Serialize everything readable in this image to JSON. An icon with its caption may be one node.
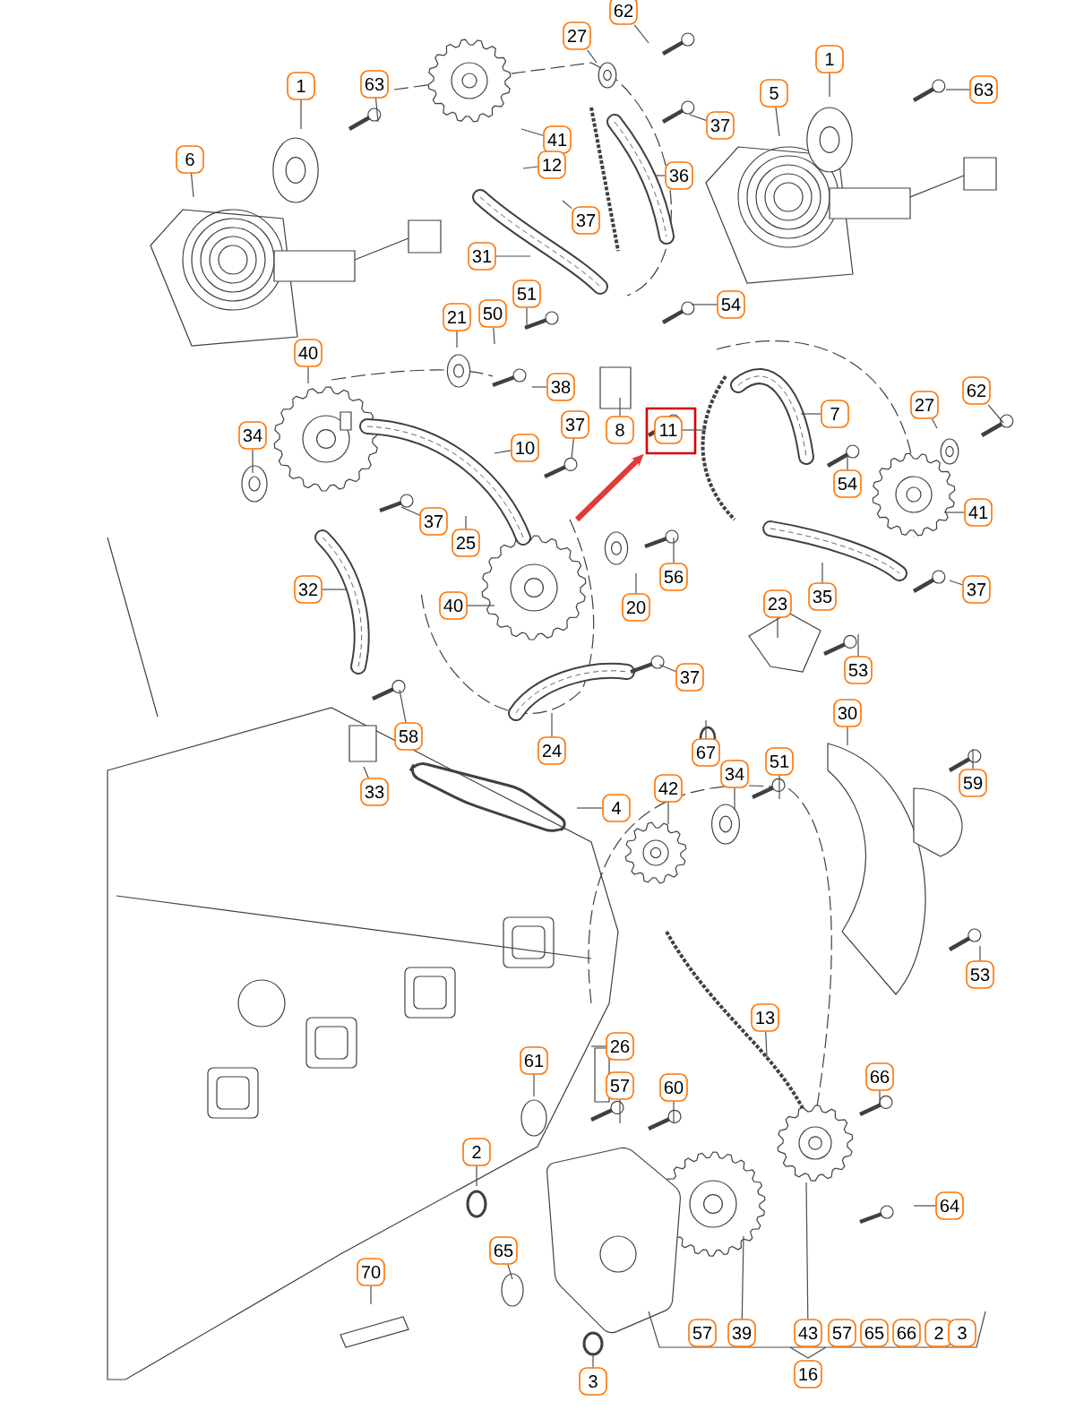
{
  "diagram": {
    "nodes": [
      {
        "text": [
          "1"
        ]
      },
      {
        "text": [
          "63"
        ]
      },
      {
        "text": [
          "6"
        ]
      },
      {
        "text": [
          "27"
        ]
      },
      {
        "text": [
          "62"
        ]
      },
      {
        "text": [
          "41"
        ]
      },
      {
        "text": [
          "12"
        ]
      },
      {
        "text": [
          "37"
        ]
      },
      {
        "text": [
          "37"
        ]
      },
      {
        "text": [
          "36"
        ]
      },
      {
        "text": [
          "31"
        ]
      },
      {
        "text": [
          "5"
        ]
      },
      {
        "text": [
          "1"
        ]
      },
      {
        "text": [
          "63"
        ]
      },
      {
        "text": [
          "21"
        ]
      },
      {
        "text": [
          "50"
        ]
      },
      {
        "text": [
          "51"
        ]
      },
      {
        "text": [
          "54"
        ]
      },
      {
        "text": [
          "38"
        ]
      },
      {
        "text": [
          "40"
        ]
      },
      {
        "text": [
          "10"
        ]
      },
      {
        "text": [
          "37"
        ]
      },
      {
        "text": [
          "8"
        ]
      },
      {
        "text": [
          "11"
        ]
      },
      {
        "text": [
          "7"
        ]
      },
      {
        "text": [
          "62"
        ]
      },
      {
        "text": [
          "27"
        ]
      },
      {
        "text": [
          "34"
        ]
      },
      {
        "text": [
          "37"
        ]
      },
      {
        "text": [
          "25"
        ]
      },
      {
        "text": [
          "54"
        ]
      },
      {
        "text": [
          "41"
        ]
      },
      {
        "text": [
          "56"
        ]
      },
      {
        "text": [
          "20"
        ]
      },
      {
        "text": [
          "35"
        ]
      },
      {
        "text": [
          "37"
        ]
      },
      {
        "text": [
          "32"
        ]
      },
      {
        "text": [
          "40"
        ]
      },
      {
        "text": [
          "23"
        ]
      },
      {
        "text": [
          "53"
        ]
      },
      {
        "text": [
          "37"
        ]
      },
      {
        "text": [
          "30"
        ]
      },
      {
        "text": [
          "24"
        ]
      },
      {
        "text": [
          "67"
        ]
      },
      {
        "text": [
          "58"
        ]
      },
      {
        "text": [
          "33"
        ]
      },
      {
        "text": [
          "34"
        ]
      },
      {
        "text": [
          "51"
        ]
      },
      {
        "text": [
          "59"
        ]
      },
      {
        "text": [
          "4"
        ]
      },
      {
        "text": [
          "42"
        ]
      },
      {
        "text": [
          "53"
        ]
      },
      {
        "text": [
          "26"
        ]
      },
      {
        "text": [
          "13"
        ]
      },
      {
        "text": [
          "61"
        ]
      },
      {
        "text": [
          "57"
        ]
      },
      {
        "text": [
          "60"
        ]
      },
      {
        "text": [
          "66"
        ]
      },
      {
        "text": [
          "2"
        ]
      },
      {
        "text": [
          "64"
        ]
      },
      {
        "text": [
          "65"
        ]
      },
      {
        "text": [
          "70"
        ]
      },
      {
        "text": [
          "57"
        ]
      },
      {
        "text": [
          "39"
        ]
      },
      {
        "text": [
          "43"
        ]
      },
      {
        "text": [
          "57"
        ]
      },
      {
        "text": [
          "65"
        ]
      },
      {
        "text": [
          "66"
        ]
      },
      {
        "text": [
          "2"
        ]
      },
      {
        "text": [
          "3"
        ]
      },
      {
        "text": [
          "16"
        ]
      },
      {
        "text": [
          "3"
        ]
      }
    ],
    "edges": [
      {
        "from": 0,
        "to": null,
        "arrow": "none"
      },
      {
        "from": 1,
        "to": null,
        "arrow": "none"
      },
      {
        "from": 2,
        "to": null,
        "arrow": "none"
      },
      {
        "from": 3,
        "to": null,
        "arrow": "none"
      },
      {
        "from": 4,
        "to": null,
        "arrow": "none"
      },
      {
        "from": 5,
        "to": null,
        "arrow": "none"
      },
      {
        "from": 6,
        "to": null,
        "arrow": "none"
      },
      {
        "from": 7,
        "to": null,
        "arrow": "none"
      },
      {
        "from": 8,
        "to": null,
        "arrow": "none"
      },
      {
        "from": 9,
        "to": null,
        "arrow": "none"
      },
      {
        "from": 10,
        "to": null,
        "arrow": "none"
      },
      {
        "from": 11,
        "to": null,
        "arrow": "none"
      },
      {
        "from": 12,
        "to": null,
        "arrow": "none"
      },
      {
        "from": 13,
        "to": null,
        "arrow": "none"
      },
      {
        "from": 14,
        "to": null,
        "arrow": "none"
      },
      {
        "from": 15,
        "to": null,
        "arrow": "none"
      },
      {
        "from": 16,
        "to": null,
        "arrow": "none"
      },
      {
        "from": 17,
        "to": null,
        "arrow": "none"
      },
      {
        "from": 18,
        "to": null,
        "arrow": "none"
      },
      {
        "from": 19,
        "to": null,
        "arrow": "none"
      },
      {
        "from": 20,
        "to": null,
        "arrow": "none"
      },
      {
        "from": 21,
        "to": null,
        "arrow": "none"
      },
      {
        "from": 22,
        "to": null,
        "arrow": "none"
      },
      {
        "from": 23,
        "to": null,
        "arrow": "none"
      },
      {
        "from": 24,
        "to": null,
        "arrow": "none"
      },
      {
        "from": 25,
        "to": null,
        "arrow": "none"
      },
      {
        "from": 26,
        "to": null,
        "arrow": "none"
      },
      {
        "from": 27,
        "to": null,
        "arrow": "none"
      },
      {
        "from": 28,
        "to": null,
        "arrow": "none"
      },
      {
        "from": 29,
        "to": null,
        "arrow": "none"
      },
      {
        "from": 30,
        "to": null,
        "arrow": "none"
      },
      {
        "from": 31,
        "to": null,
        "arrow": "none"
      },
      {
        "from": 32,
        "to": null,
        "arrow": "none"
      },
      {
        "from": 33,
        "to": null,
        "arrow": "none"
      },
      {
        "from": 34,
        "to": null,
        "arrow": "none"
      },
      {
        "from": 35,
        "to": null,
        "arrow": "none"
      },
      {
        "from": 36,
        "to": null,
        "arrow": "none"
      },
      {
        "from": 37,
        "to": null,
        "arrow": "none"
      },
      {
        "from": 38,
        "to": null,
        "arrow": "none"
      },
      {
        "from": 39,
        "to": null,
        "arrow": "none"
      },
      {
        "from": 40,
        "to": null,
        "arrow": "none"
      },
      {
        "from": 41,
        "to": null,
        "arrow": "none"
      },
      {
        "from": 42,
        "to": null,
        "arrow": "none"
      },
      {
        "from": 43,
        "to": null,
        "arrow": "none"
      },
      {
        "from": 44,
        "to": null,
        "arrow": "none"
      },
      {
        "from": 45,
        "to": null,
        "arrow": "none"
      },
      {
        "from": 46,
        "to": null,
        "arrow": "none"
      },
      {
        "from": 47,
        "to": null,
        "arrow": "none"
      },
      {
        "from": 48,
        "to": null,
        "arrow": "none"
      },
      {
        "from": 49,
        "to": null,
        "arrow": "none"
      },
      {
        "from": 50,
        "to": null,
        "arrow": "none"
      },
      {
        "from": 51,
        "to": null,
        "arrow": "none"
      },
      {
        "from": 52,
        "to": null,
        "arrow": "none"
      },
      {
        "from": 53,
        "to": null,
        "arrow": "none"
      },
      {
        "from": 54,
        "to": null,
        "arrow": "none"
      },
      {
        "from": 55,
        "to": null,
        "arrow": "none"
      },
      {
        "from": 56,
        "to": null,
        "arrow": "none"
      },
      {
        "from": 57,
        "to": null,
        "arrow": "none"
      },
      {
        "from": 58,
        "to": null,
        "arrow": "none"
      },
      {
        "from": 59,
        "to": null,
        "arrow": "none"
      },
      {
        "from": 60,
        "to": null,
        "arrow": "none"
      },
      {
        "from": 61,
        "to": null,
        "arrow": "none"
      },
      {
        "from": 63,
        "to": null,
        "arrow": "none"
      },
      {
        "from": 64,
        "to": null,
        "arrow": "none"
      },
      {
        "from": 71,
        "to": null,
        "arrow": "none"
      },
      {
        "from": null,
        "to": 23,
        "arrow": "to",
        "style": "thick",
        "color": "#e53935"
      }
    ]
  }
}
